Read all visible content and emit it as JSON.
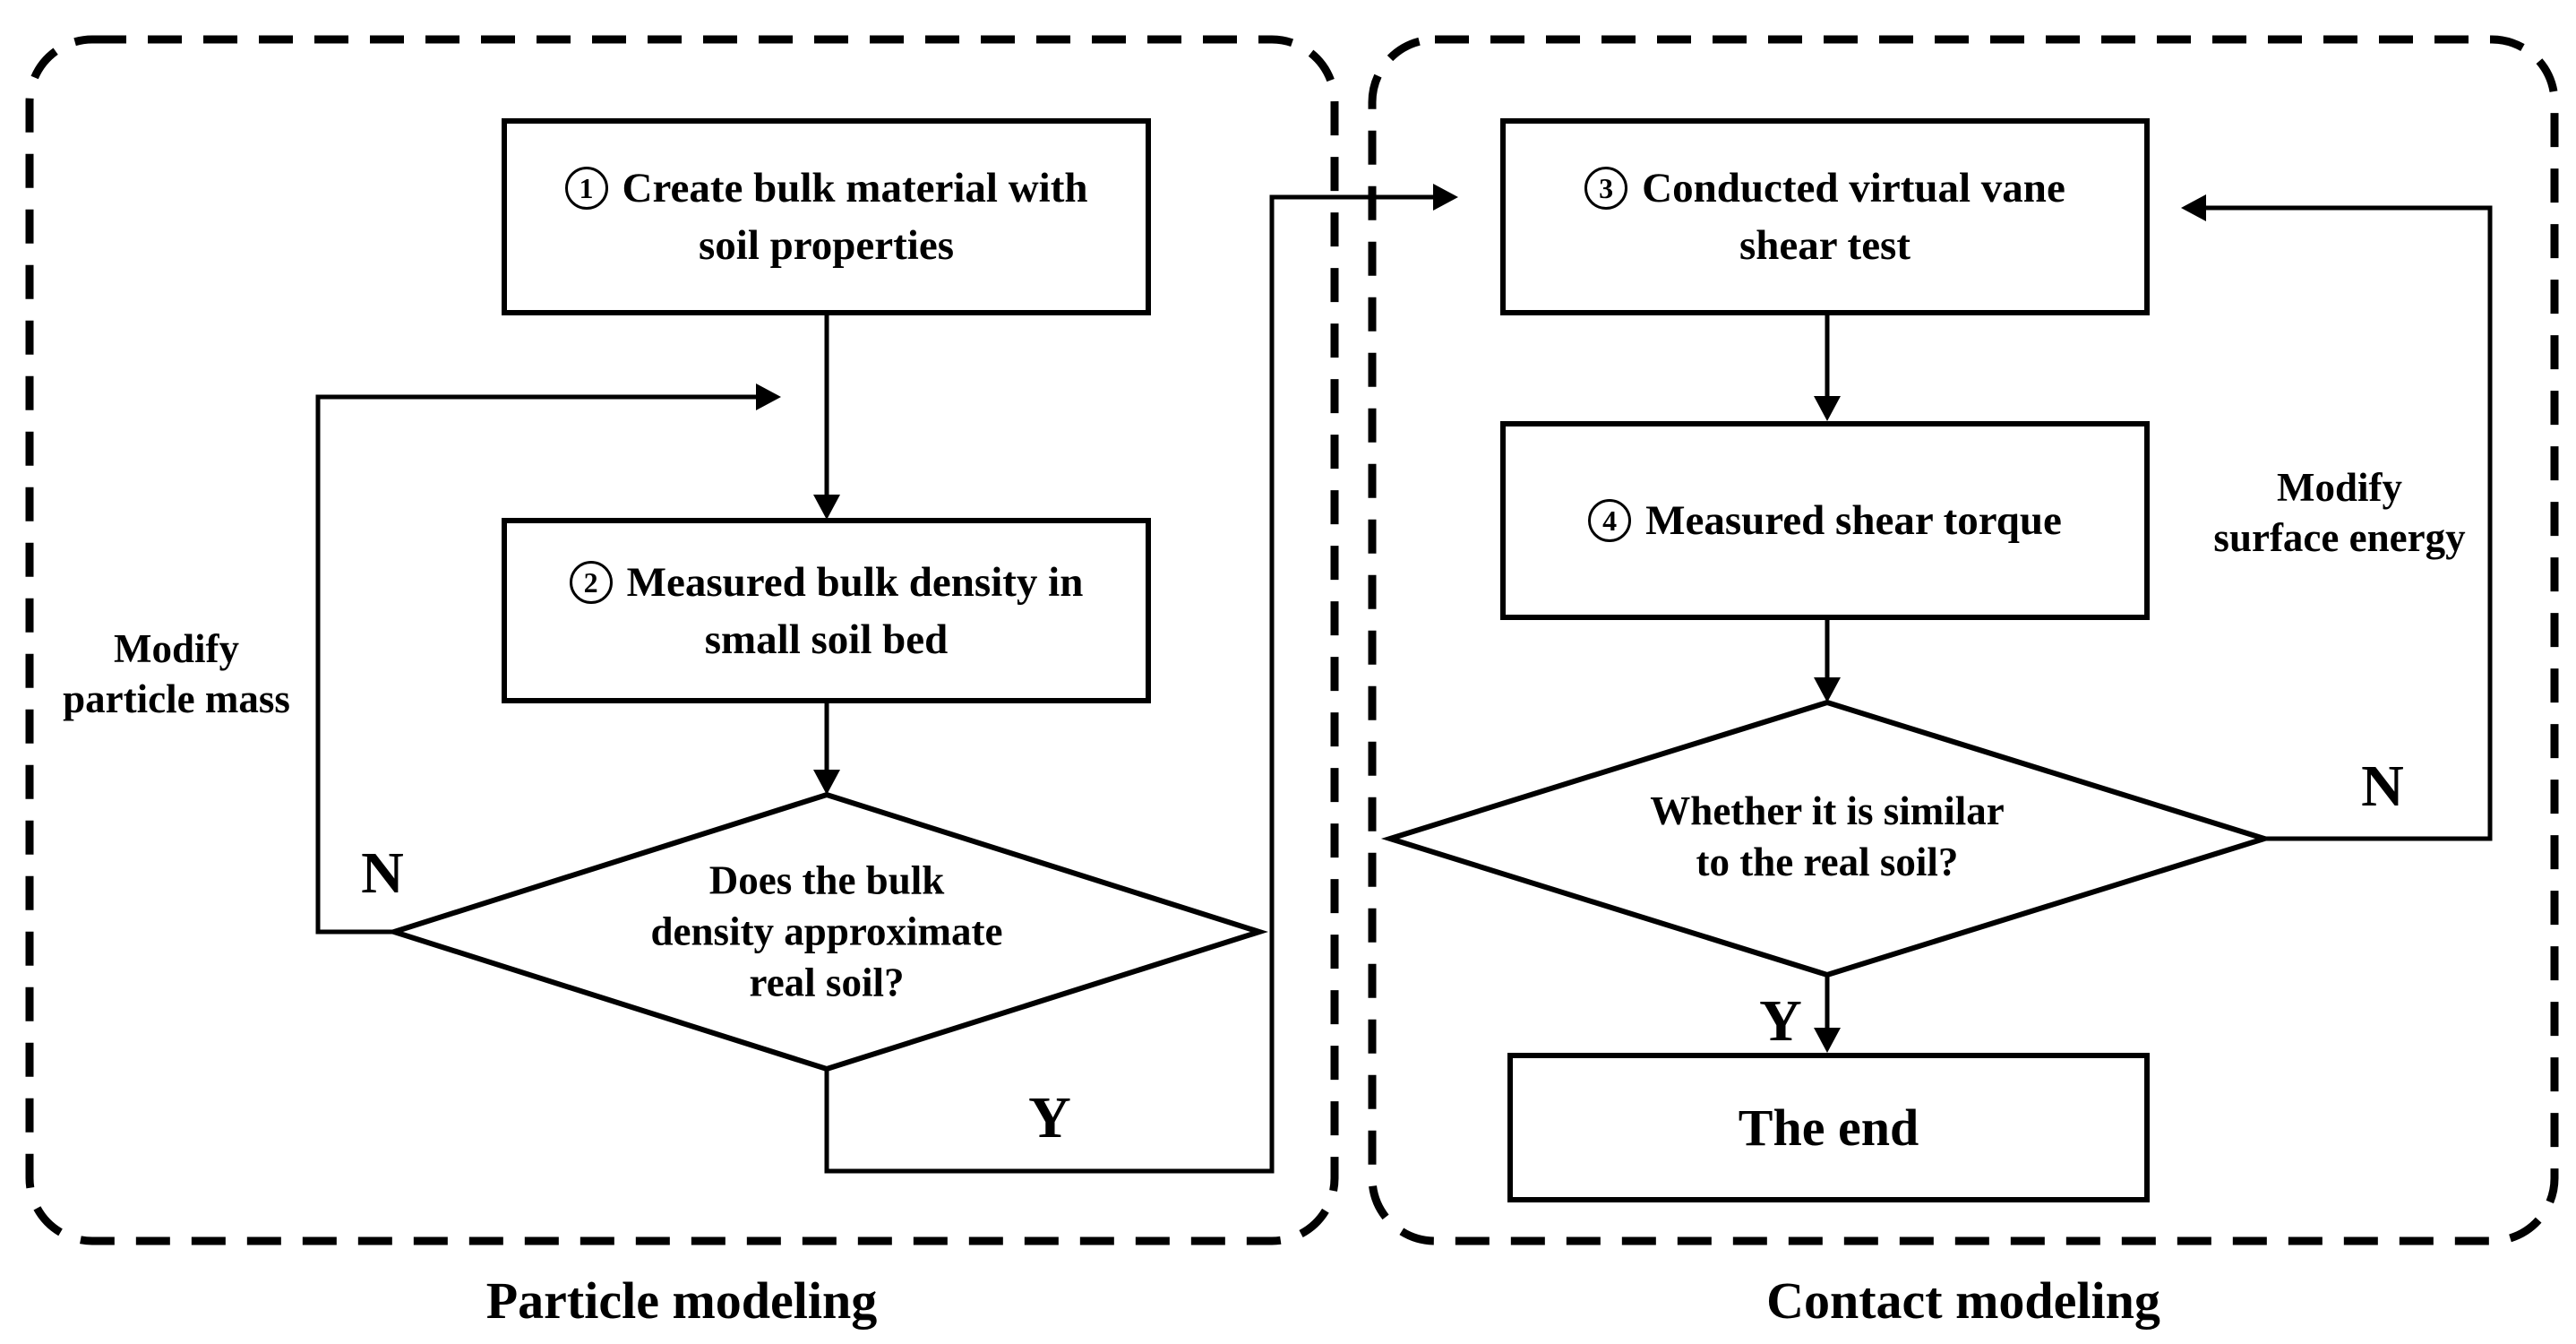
{
  "figure": {
    "left_panel_title": "Particle modeling",
    "right_panel_title": "Contact modeling"
  },
  "steps": {
    "step1": {
      "number": "1",
      "line1": "Create bulk material with",
      "line2": "soil properties"
    },
    "step2": {
      "number": "2",
      "line1": "Measured bulk density in",
      "line2": "small soil bed"
    },
    "step3": {
      "number": "3",
      "line1": "Conducted virtual vane",
      "line2": "shear test"
    },
    "step4": {
      "number": "4",
      "line1": "Measured shear torque"
    }
  },
  "decisions": {
    "left": {
      "line1": "Does the bulk",
      "line2": "density approximate",
      "line3": "real soil?"
    },
    "right": {
      "line1": "Whether it is similar",
      "line2": "to the real soil?"
    }
  },
  "branch_labels": {
    "left_no": "N",
    "left_yes": "Y",
    "right_no": "N",
    "right_yes": "Y"
  },
  "loop_labels": {
    "modify_particle_line1": "Modify",
    "modify_particle_line2": "particle mass",
    "modify_surface_line1": "Modify",
    "modify_surface_line2": "surface energy"
  },
  "terminal": {
    "label": "The end"
  },
  "colors": {
    "ink": "#000000",
    "background": "#ffffff"
  }
}
